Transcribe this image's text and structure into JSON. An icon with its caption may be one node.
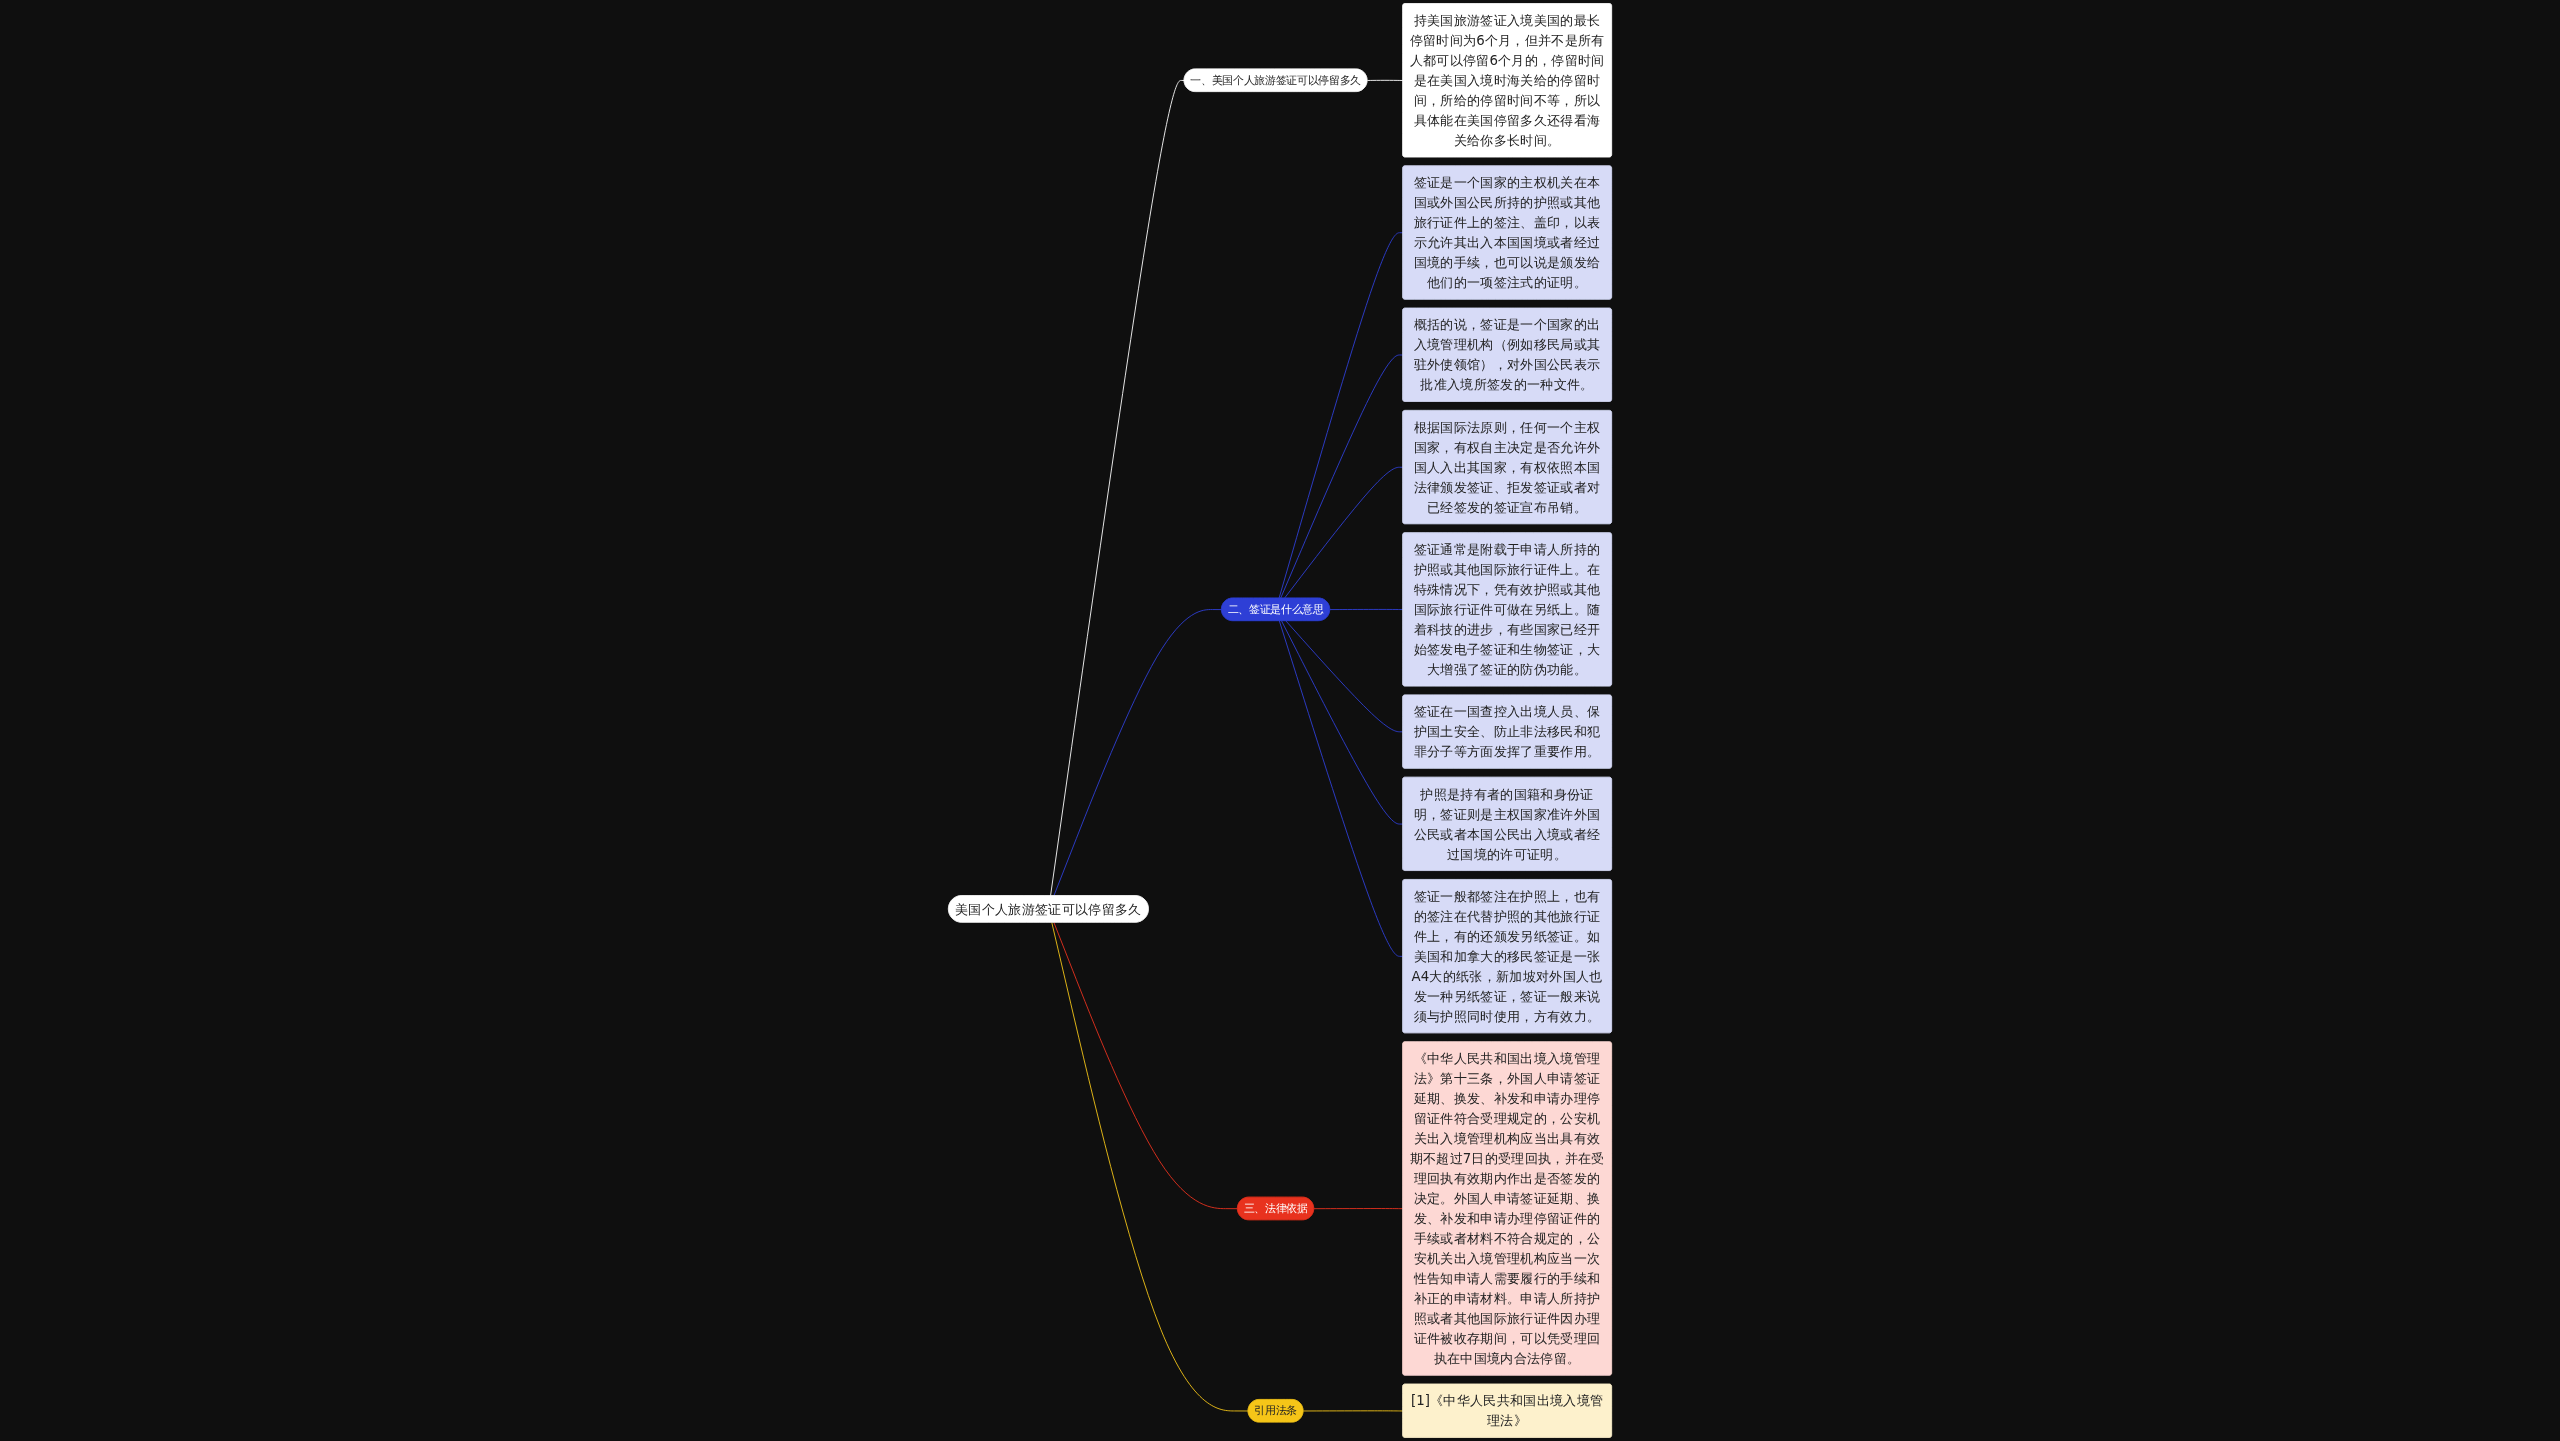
{
  "diagram": {
    "nodes": [
      {
        "text": [
          "美国个人旅游签证可以停留多久"
        ]
      },
      {
        "text": [
          "一、美国个人旅游签证可以停留多久"
        ]
      },
      {
        "text": [
          "持美国旅游签证入境美国的最长停留时间为6个月，但并不是所有人都可以停留6个月的，停留时间是在美国入境时海关给的停留时间，所给的停留时间不等，所以具体能在美国停留多久还得看海关给你多长时间。"
        ]
      },
      {
        "text": [
          "二、签证是什么意思"
        ]
      },
      {
        "text": [
          "签证是一个国家的主权机关在本国或外国公民所持的护照或其他旅行证件上的签注、盖印，以表示允许其出入本国国境或者经过国境的手续，也可以说是颁发给他们的一项签注式的证明。"
        ]
      },
      {
        "text": [
          "概括的说，签证是一个国家的出入境管理机构（例如移民局或其驻外使领馆），对外国公民表示批准入境所签发的一种文件。"
        ]
      },
      {
        "text": [
          "根据国际法原则，任何一个主权国家，有权自主决定是否允许外国人入出其国家，有权依照本国法律颁发签证、拒发签证或者对已经签发的签证宣布吊销。"
        ]
      },
      {
        "text": [
          "签证通常是附载于申请人所持的护照或其他国际旅行证件上。在特殊情况下，凭有效护照或其他国际旅行证件可做在另纸上。随着科技的进步，有些国家已经开始签发电子签证和生物签证，大大增强了签证的防伪功能。"
        ]
      },
      {
        "text": [
          "签证在一国查控入出境人员、保护国土安全、防止非法移民和犯罪分子等方面发挥了重要作用。"
        ]
      },
      {
        "text": [
          "护照是持有者的国籍和身份证明，签证则是主权国家准许外国公民或者本国公民出入境或者经过国境的许可证明。"
        ]
      },
      {
        "text": [
          "签证一般都签注在护照上，也有的签注在代替护照的其他旅行证件上，有的还颁发另纸签证。如美国和加拿大的移民签证是一张A4大的纸张，新加坡对外国人也发一种另纸签证，签证一般来说须与护照同时使用，方有效力。"
        ]
      },
      {
        "text": [
          "三、法律依据"
        ]
      },
      {
        "text": [
          "《中华人民共和国出境入境管理法》第十三条，外国人申请签证延期、换发、补发和申请办理停留证件符合受理规定的，公安机关出入境管理机构应当出具有效期不超过7日的受理回执，并在受理回执有效期内作出是否签发的决定。外国人申请签证延期、换发、补发和申请办理停留证件的手续或者材料不符合规定的，公安机关出入境管理机构应当一次性告知申请人需要履行的手续和补正的申请材料。申请人所持护照或者其他国际旅行证件因办理证件被收存期间，可以凭受理回执在中国境内合法停留。"
        ]
      },
      {
        "text": [
          "引用法条"
        ]
      },
      {
        "text": [
          "[1]《中华人民共和国出境入境管理法》"
        ]
      }
    ],
    "edges": [
      {
        "from": 0,
        "to": 1,
        "arrow": "none",
        "color": "#ffffff"
      },
      {
        "from": 1,
        "to": 2,
        "arrow": "none",
        "color": "#ffffff"
      },
      {
        "from": 0,
        "to": 3,
        "arrow": "none"
      },
      {
        "from": 3,
        "to": 4,
        "arrow": "none"
      },
      {
        "from": 3,
        "to": 5,
        "arrow": "none"
      },
      {
        "from": 3,
        "to": 6,
        "arrow": "none"
      },
      {
        "from": 3,
        "to": 7,
        "arrow": "none"
      },
      {
        "from": 3,
        "to": 8,
        "arrow": "none"
      },
      {
        "from": 3,
        "to": 9,
        "arrow": "none"
      },
      {
        "from": 3,
        "to": 10,
        "arrow": "none"
      },
      {
        "from": 0,
        "to": 11,
        "arrow": "none",
        "color": "#e8321e"
      },
      {
        "from": 11,
        "to": 12,
        "arrow": "none",
        "color": "#e8321e"
      },
      {
        "from": 0,
        "to": 13,
        "arrow": "none",
        "color": "#f5c518"
      },
      {
        "from": 13,
        "to": 14,
        "arrow": "none",
        "color": "#f5c518"
      }
    ]
  }
}
